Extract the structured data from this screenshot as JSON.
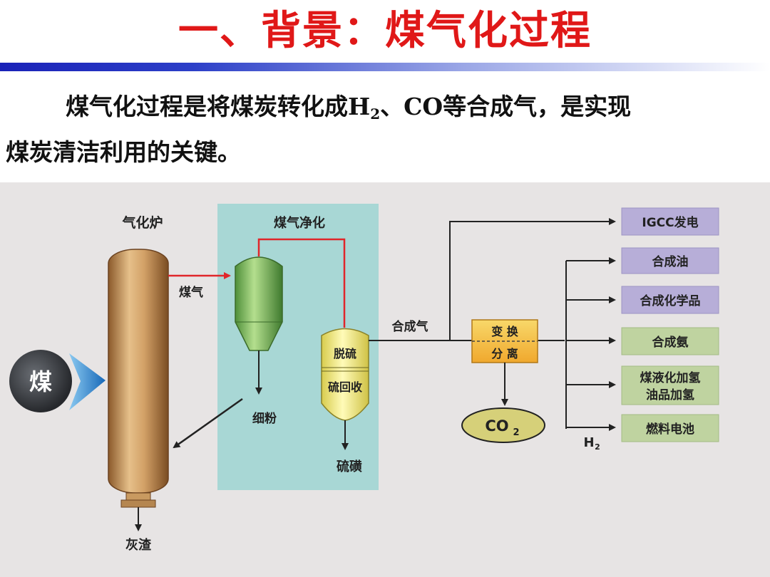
{
  "header": {
    "title": "一、背景：煤气化过程"
  },
  "intro": {
    "part1": "煤气化过程是将煤炭转化成H",
    "sub": "2",
    "part2": "、CO等合成气，是实现",
    "line2": "煤炭清洁利用的关键。"
  },
  "diagram": {
    "gasifier_label": "气化炉",
    "coal": "煤",
    "syngas_crude": "煤气",
    "purification_label": "煤气净化",
    "fine_powder": "细粉",
    "desulfur": "脱硫",
    "sulfur_recovery": "硫回收",
    "sulfur": "硫磺",
    "ash": "灰渣",
    "syngas": "合成气",
    "shift": "变 换",
    "separation": "分 离",
    "co2_main": "CO",
    "co2_sub": "2",
    "h2_main": "H",
    "h2_sub": "2",
    "products": [
      "IGCC发电",
      "合成油",
      "合成化学品",
      "合成氨",
      "煤液化加氢",
      "油品加氢",
      "燃料电池"
    ]
  },
  "colors": {
    "title": "#e01818",
    "product_box": "#b7aed8",
    "product_box_green": "#bfd3a0",
    "purification_bg": "#a8d7d5",
    "red_line": "#e0262a"
  }
}
